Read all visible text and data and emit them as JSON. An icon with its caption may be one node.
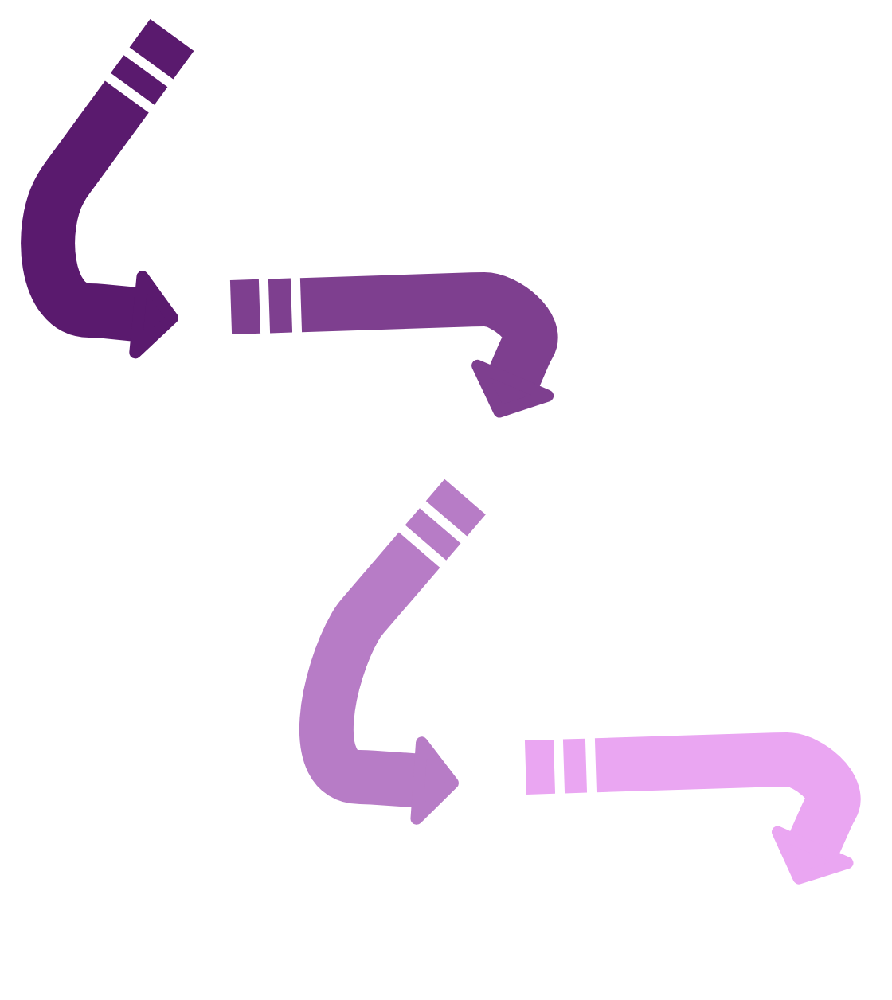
{
  "diagram": {
    "nodes": [
      {
        "text": [],
        "shape": "arrow"
      },
      {
        "text": [],
        "shape": "arrow"
      },
      {
        "text": [],
        "shape": "arrow"
      },
      {
        "text": [],
        "shape": "arrow"
      }
    ]
  }
}
